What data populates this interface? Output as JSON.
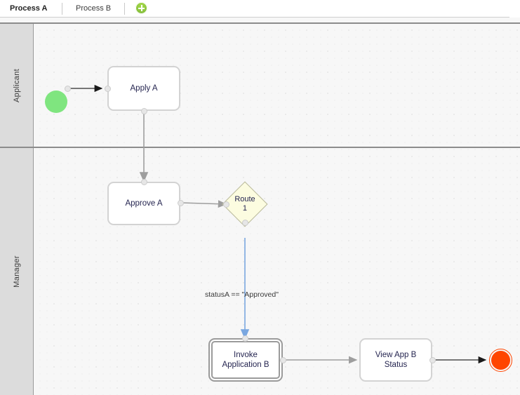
{
  "tabs": [
    {
      "label": "Process A",
      "active": true
    },
    {
      "label": "Process B",
      "active": false
    }
  ],
  "add_tab": {
    "icon": "plus-icon",
    "label": "+"
  },
  "lanes": [
    {
      "label": "Applicant"
    },
    {
      "label": "Manager"
    }
  ],
  "nodes": {
    "start_event": {
      "name": "start-event",
      "label": ""
    },
    "apply_a": {
      "label": "Apply A"
    },
    "approve_a": {
      "label": "Approve A"
    },
    "route_1": {
      "label_line1": "Route",
      "label_line2": "1"
    },
    "invoke_application_b": {
      "label_line1": "Invoke",
      "label_line2": "Application B"
    },
    "view_app_b_status": {
      "label_line1": "View App B",
      "label_line2": "Status"
    },
    "end_event": {
      "name": "end-event",
      "label": ""
    }
  },
  "flows": [
    {
      "label": ""
    },
    {
      "label": ""
    },
    {
      "label": ""
    },
    {
      "label": "statusA == \"Approved\""
    },
    {
      "label": ""
    },
    {
      "label": ""
    }
  ],
  "colors": {
    "start_event": "#7fe57f",
    "end_event": "#ff4500",
    "gateway_fill": "#fcfce0",
    "lane_header": "#dcdcdc",
    "canvas": "#f7f7f7",
    "selected_flow": "#7aa7e0",
    "flow": "#9e9e9e",
    "add_button": "#8dc63f"
  }
}
